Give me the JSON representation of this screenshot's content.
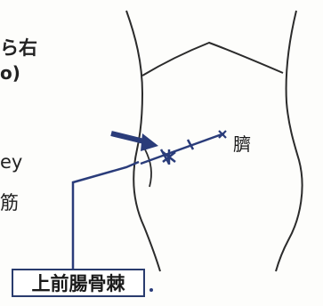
{
  "left_text": {
    "line1": "ら右",
    "line2": "o)",
    "line3": "ey",
    "line4": "筋"
  },
  "labels": {
    "navel": "臍",
    "asis": "上前腸骨棘"
  },
  "colors": {
    "body_outline": "#2b2b2b",
    "marker_blue": "#2a3c7a"
  }
}
